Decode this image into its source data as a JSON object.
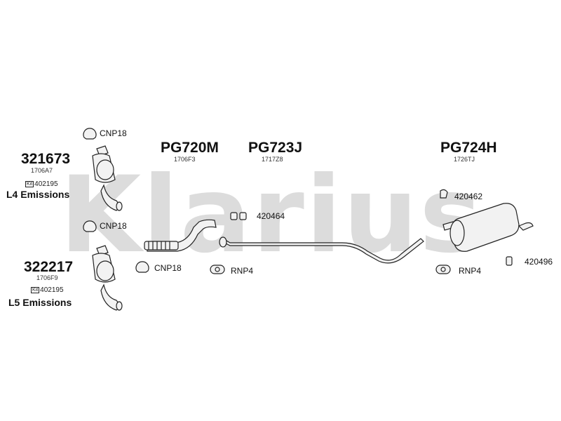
{
  "watermark": "Klarius",
  "catalysts": [
    {
      "part": "321673",
      "code": "1706A7",
      "kit_tag": "Kit",
      "kit": "402195",
      "emissions": "L4 Emissions"
    },
    {
      "part": "322217",
      "code": "1706F9",
      "kit_tag": "Kit",
      "kit": "402195",
      "emissions": "L5 Emissions"
    }
  ],
  "sections": [
    {
      "part": "PG720M",
      "code": "1706F3"
    },
    {
      "part": "PG723J",
      "code": "1717Z8"
    },
    {
      "part": "PG724H",
      "code": "1726TJ"
    }
  ],
  "fittings": {
    "clamp_1": "CNP18",
    "clamp_2": "CNP18",
    "clamp_3": "CNP18",
    "hanger_1": "420464",
    "hanger_2": "420462",
    "hanger_3": "420496",
    "ring_1": "RNP4",
    "ring_2": "RNP4"
  },
  "colors": {
    "watermark": "#dcdcdc",
    "line": "#222222",
    "fill": "#f2f2f2"
  }
}
